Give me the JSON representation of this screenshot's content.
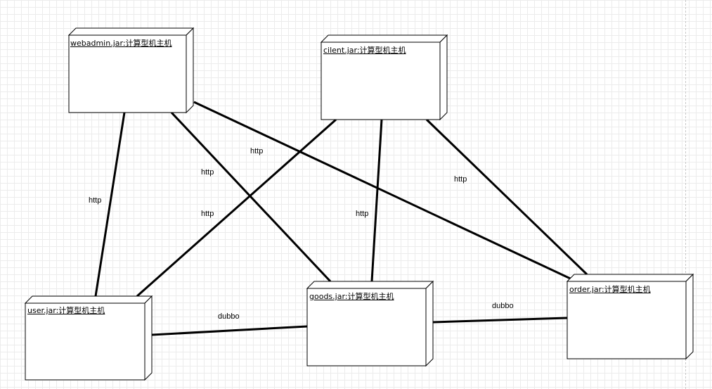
{
  "nodes": {
    "webadmin": {
      "label": "webadmin.jar:计算型机主机"
    },
    "cilent": {
      "label": "cilent.jar:计算型机主机"
    },
    "user": {
      "label": "user.jar:计算型机主机"
    },
    "goods": {
      "label": "goods.jar:计算型机主机"
    },
    "order": {
      "label": "order.jar:计算型机主机"
    }
  },
  "edges": [
    {
      "from": "webadmin",
      "to": "user",
      "label": "http"
    },
    {
      "from": "webadmin",
      "to": "goods",
      "label": "http"
    },
    {
      "from": "webadmin",
      "to": "order",
      "label": "http"
    },
    {
      "from": "cilent",
      "to": "user",
      "label": "http"
    },
    {
      "from": "cilent",
      "to": "goods",
      "label": "http"
    },
    {
      "from": "cilent",
      "to": "order",
      "label": "http"
    },
    {
      "from": "user",
      "to": "goods",
      "label": "dubbo"
    },
    {
      "from": "goods",
      "to": "order",
      "label": "dubbo"
    }
  ],
  "colors": {
    "line": "#000000",
    "node_fill": "#ffffff",
    "grid": "#ececec"
  }
}
